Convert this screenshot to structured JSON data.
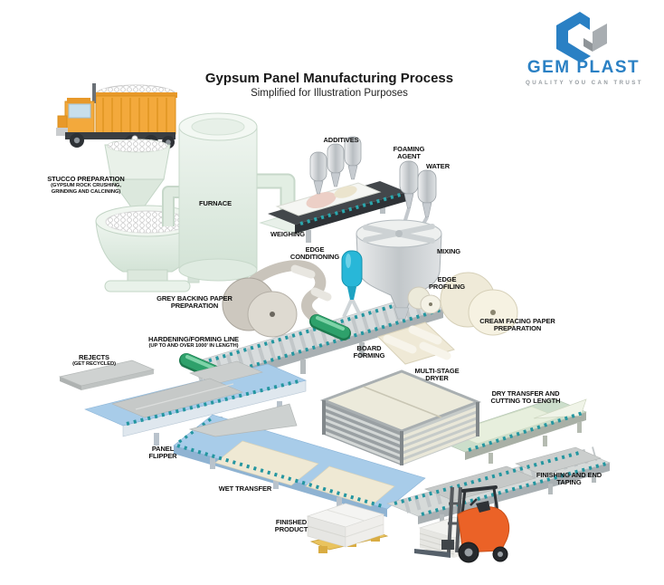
{
  "header": {
    "title": "Gypsum Panel Manufacturing Process",
    "subtitle": "Simplified for Illustration Purposes"
  },
  "logo": {
    "name": "GEM PLAST",
    "tagline": "QUALITY YOU CAN TRUST"
  },
  "stages": {
    "stucco": {
      "label": "STUCCO PREPARATION",
      "sub": "(GYPSUM ROCK CRUSHING, GRINDING AND CALCINING)"
    },
    "furnace": {
      "label": "FURNACE"
    },
    "additives": {
      "label": "ADDITIVES"
    },
    "foaming_agent": {
      "label": "FOAMING AGENT"
    },
    "water": {
      "label": "WATER"
    },
    "weighing": {
      "label": "WEIGHING"
    },
    "edge_conditioning": {
      "label": "EDGE CONDITIONING"
    },
    "mixing": {
      "label": "MIXING"
    },
    "edge_profiling": {
      "label": "EDGE PROFILING"
    },
    "grey_backing": {
      "label": "GREY BACKING PAPER PREPARATION"
    },
    "cream_facing": {
      "label": "CREAM FACING PAPER PREPARATION"
    },
    "hardening": {
      "label": "HARDENING/FORMING LINE",
      "sub": "(UP TO AND OVER 1000' IN LENGTH)"
    },
    "board_forming": {
      "label": "BOARD FORMING"
    },
    "rejects": {
      "label": "REJECTS",
      "sub": "(GET RECYCLED)"
    },
    "dryer": {
      "label": "MULTI-STAGE DRYER"
    },
    "dry_transfer": {
      "label": "DRY TRANSFER AND CUTTING TO LENGTH"
    },
    "panel_flipper": {
      "label": "PANEL FLIPPER"
    },
    "wet_transfer": {
      "label": "WET TRANSFER"
    },
    "finishing": {
      "label": "FINISHING AND END TAPING"
    },
    "finished_product": {
      "label": "FINISHED PRODUCT"
    }
  },
  "colors": {
    "logo_blue": "#2a80c4",
    "logo_gray": "#a8adb1",
    "machine_pale_green": "#e9f2ea",
    "metal_gray": "#d9dcdd",
    "conveyor_blue": "#a8cce9",
    "roller_green": "#2ea16b",
    "roller_teal_dots": "#2496a0",
    "truck_orange": "#f3a93c",
    "forklift_orange": "#eb6227",
    "cyan_bottle": "#28b7d8",
    "cream_paper": "#efe9d6",
    "pallet_yellow": "#e9c35e"
  }
}
